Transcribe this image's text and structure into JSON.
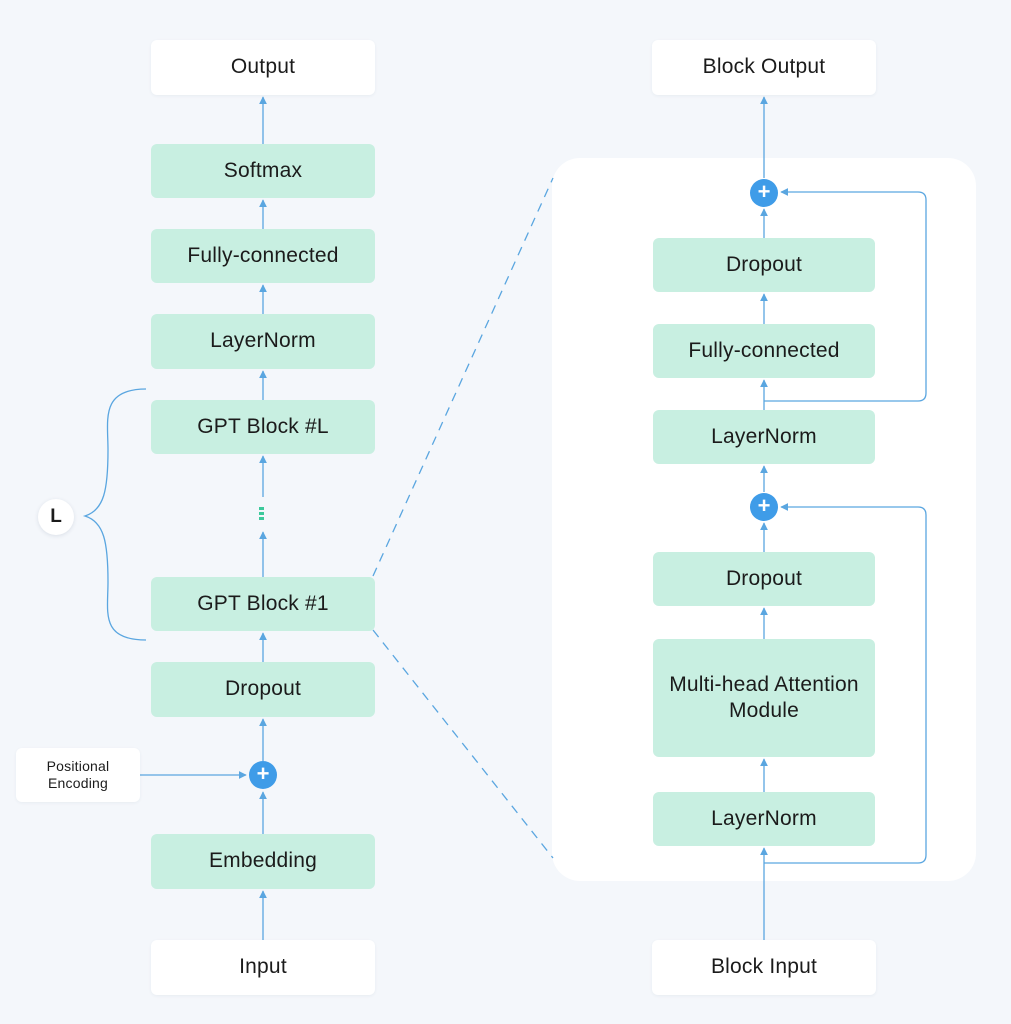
{
  "main_stack": {
    "output": "Output",
    "softmax": "Softmax",
    "fully_connected": "Fully-connected",
    "layernorm": "LayerNorm",
    "gpt_block_last": "GPT Block #L",
    "gpt_block_first": "GPT Block #1",
    "dropout": "Dropout",
    "positional_encoding": "Positional Encoding",
    "embedding": "Embedding",
    "input": "Input",
    "repeat_label": "L"
  },
  "block_detail": {
    "output": "Block Output",
    "dropout_top": "Dropout",
    "fully_connected": "Fully-connected",
    "layernorm_top": "LayerNorm",
    "dropout_bottom": "Dropout",
    "attention": "Multi-head Attention Module",
    "layernorm_bottom": "LayerNorm",
    "input": "Block Input"
  },
  "icons": {
    "add": "+"
  },
  "colors": {
    "background": "#f4f7fb",
    "node_green": "#c8efe1",
    "node_white": "#ffffff",
    "connector": "#5aa6e0",
    "add_node": "#3f9ce8"
  }
}
